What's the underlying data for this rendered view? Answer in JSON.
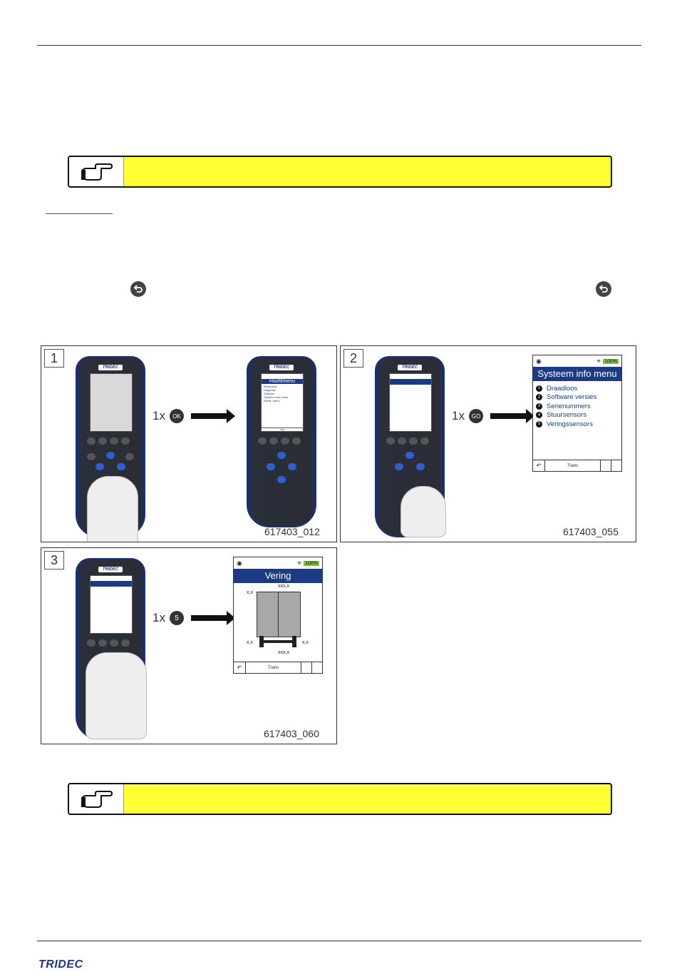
{
  "footer": {
    "brand": "TRIDEC"
  },
  "figure": {
    "panels": [
      {
        "step": "1",
        "press_count": "1x",
        "key_label": "OK",
        "figure_id": "617403_012",
        "screen_after": {
          "title": "Hoofdmenu",
          "items": [
            "Bediening",
            "Diagnose",
            "Settings",
            "Systeem info menu",
            "Install. menu"
          ],
          "footer": "Trans"
        }
      },
      {
        "step": "2",
        "press_count": "1x",
        "key_label": "GO",
        "figure_id": "617403_055",
        "screen_after": {
          "title": "Systeem info menu",
          "battery": "100%",
          "footer": "Trans",
          "items": [
            {
              "num": "1",
              "label": "Draadloos"
            },
            {
              "num": "2",
              "label": "Software versies"
            },
            {
              "num": "3",
              "label": "Serienummers"
            },
            {
              "num": "4",
              "label": "Stuursensors"
            },
            {
              "num": "5",
              "label": "Veringssensors"
            }
          ]
        }
      },
      {
        "step": "3",
        "press_count": "1x",
        "key_label": "5",
        "figure_id": "617403_060",
        "screen_after": {
          "title": "Vering",
          "battery": "100%",
          "footer": "Trans",
          "angle_top": "xxx,x",
          "angle_bottom": "xxx,x",
          "left_top": "x,x",
          "left_bottom": "x,x",
          "right_bottom": "x,x"
        }
      }
    ]
  }
}
